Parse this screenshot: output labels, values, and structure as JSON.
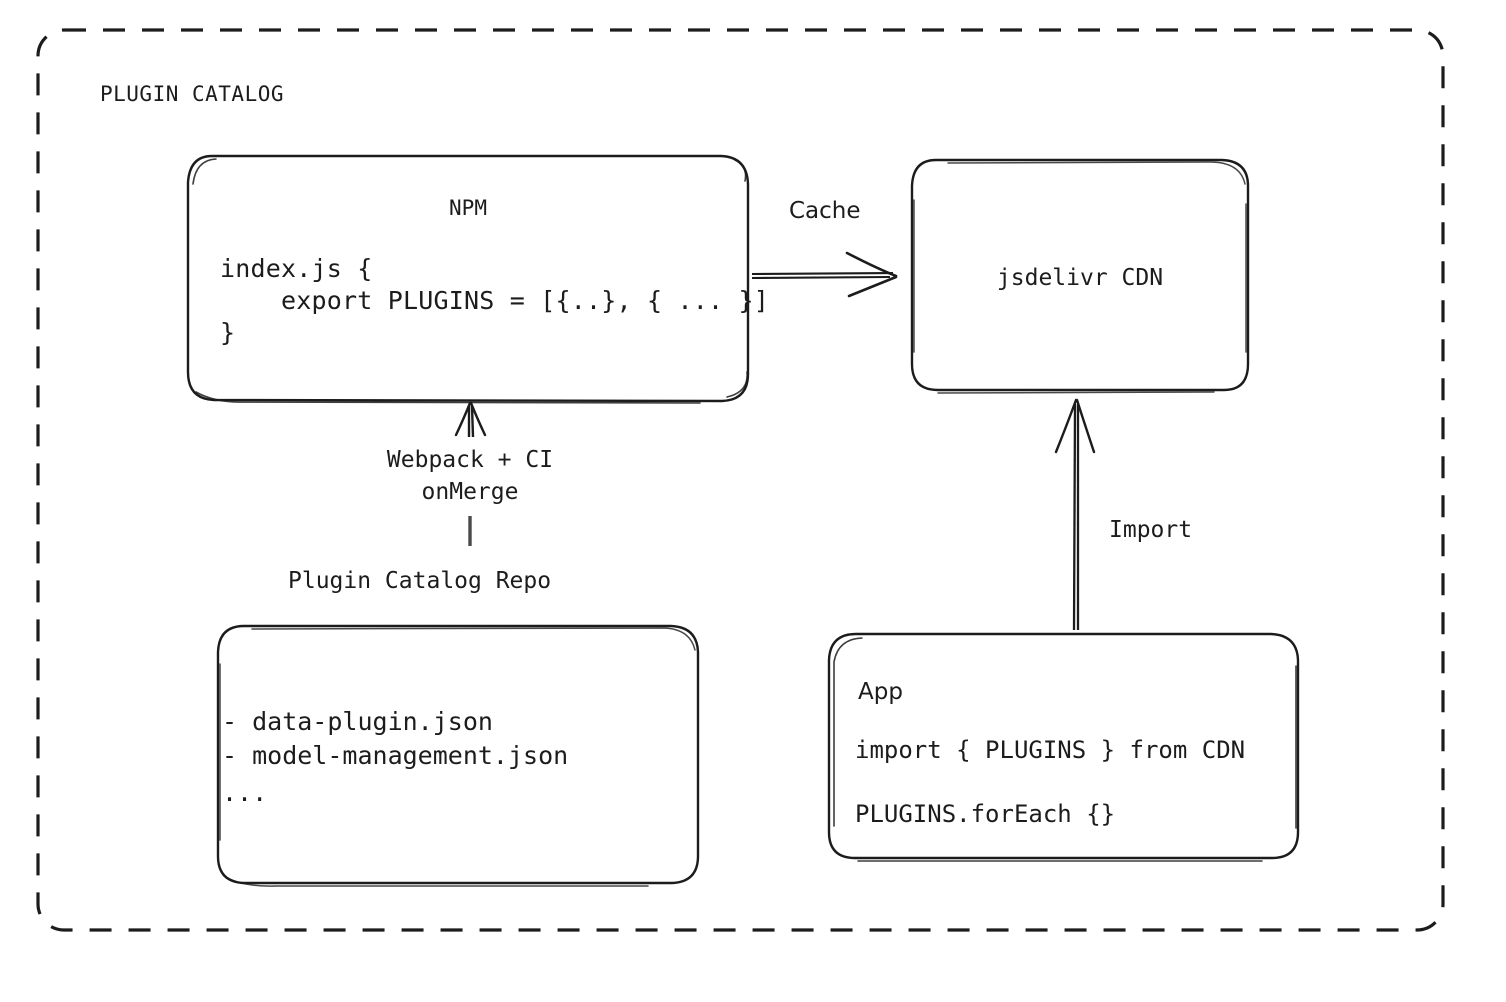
{
  "diagram": {
    "title": "PLUGIN CATALOG",
    "background_color": "#ffffff",
    "stroke_color": "#1c1c1c"
  },
  "nodes": {
    "npm": {
      "title": "NPM",
      "code_lines": [
        "index.js {",
        "    export PLUGINS = [{..}, { ... }]",
        "}"
      ]
    },
    "cdn": {
      "title": "jsdelivr CDN"
    },
    "repo": {
      "caption": "Plugin Catalog Repo",
      "items": [
        "- data-plugin.json",
        "- model-management.json",
        "..."
      ]
    },
    "app": {
      "title": "App",
      "code_lines": [
        "import { PLUGINS } from CDN",
        "PLUGINS.forEach {}"
      ]
    }
  },
  "edges": {
    "cache": {
      "label": "Cache",
      "from": "npm",
      "to": "cdn"
    },
    "webpack": {
      "label_line_1": "Webpack + CI",
      "label_line_2": "onMerge",
      "from": "repo",
      "to": "npm"
    },
    "import": {
      "label": "Import",
      "from": "app",
      "to": "cdn"
    }
  }
}
